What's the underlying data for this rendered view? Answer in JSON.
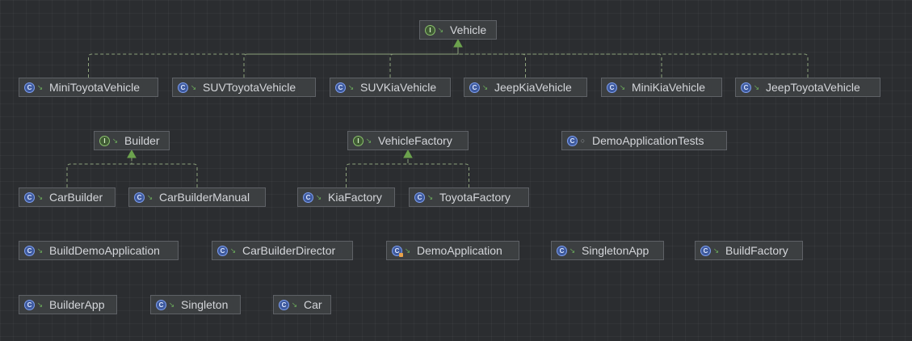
{
  "diagram": {
    "theme_colors": {
      "background": "#2b2d30",
      "node_fill": "#3c3f41",
      "node_border": "#5e6166",
      "edge": "#8ea27d",
      "arrow": "#6ca24d",
      "class_icon": "#3e5a9e",
      "interface_icon": "#3f5a34"
    },
    "nodes": [
      {
        "id": "vehicle",
        "label": "Vehicle",
        "kind": "interface",
        "visibility": "public"
      },
      {
        "id": "mini-toyota-vehicle",
        "label": "MiniToyotaVehicle",
        "kind": "class",
        "visibility": "public"
      },
      {
        "id": "suv-toyota-vehicle",
        "label": "SUVToyotaVehicle",
        "kind": "class",
        "visibility": "public"
      },
      {
        "id": "suv-kia-vehicle",
        "label": "SUVKiaVehicle",
        "kind": "class",
        "visibility": "public"
      },
      {
        "id": "jeep-kia-vehicle",
        "label": "JeepKiaVehicle",
        "kind": "class",
        "visibility": "public"
      },
      {
        "id": "mini-kia-vehicle",
        "label": "MiniKiaVehicle",
        "kind": "class",
        "visibility": "public"
      },
      {
        "id": "jeep-toyota-vehicle",
        "label": "JeepToyotaVehicle",
        "kind": "class",
        "visibility": "public"
      },
      {
        "id": "builder",
        "label": "Builder",
        "kind": "interface",
        "visibility": "public"
      },
      {
        "id": "vehicle-factory",
        "label": "VehicleFactory",
        "kind": "interface",
        "visibility": "public"
      },
      {
        "id": "demo-application-tests",
        "label": "DemoApplicationTests",
        "kind": "class",
        "visibility": "package"
      },
      {
        "id": "car-builder",
        "label": "CarBuilder",
        "kind": "class",
        "visibility": "public"
      },
      {
        "id": "car-builder-manual",
        "label": "CarBuilderManual",
        "kind": "class",
        "visibility": "public"
      },
      {
        "id": "kia-factory",
        "label": "KiaFactory",
        "kind": "class",
        "visibility": "public"
      },
      {
        "id": "toyota-factory",
        "label": "ToyotaFactory",
        "kind": "class",
        "visibility": "public"
      },
      {
        "id": "build-demo-application",
        "label": "BuildDemoApplication",
        "kind": "class",
        "visibility": "public"
      },
      {
        "id": "car-builder-director",
        "label": "CarBuilderDirector",
        "kind": "class",
        "visibility": "public"
      },
      {
        "id": "demo-application",
        "label": "DemoApplication",
        "kind": "class",
        "visibility": "public",
        "runner": true
      },
      {
        "id": "singleton-app",
        "label": "SingletonApp",
        "kind": "class",
        "visibility": "public"
      },
      {
        "id": "build-factory",
        "label": "BuildFactory",
        "kind": "class",
        "visibility": "public"
      },
      {
        "id": "builder-app",
        "label": "BuilderApp",
        "kind": "class",
        "visibility": "public"
      },
      {
        "id": "singleton",
        "label": "Singleton",
        "kind": "class",
        "visibility": "public"
      },
      {
        "id": "car",
        "label": "Car",
        "kind": "class",
        "visibility": "public"
      }
    ],
    "relations": [
      {
        "from": "mini-toyota-vehicle",
        "to": "vehicle",
        "type": "implements"
      },
      {
        "from": "suv-toyota-vehicle",
        "to": "vehicle",
        "type": "implements"
      },
      {
        "from": "suv-kia-vehicle",
        "to": "vehicle",
        "type": "implements"
      },
      {
        "from": "jeep-kia-vehicle",
        "to": "vehicle",
        "type": "implements"
      },
      {
        "from": "mini-kia-vehicle",
        "to": "vehicle",
        "type": "implements"
      },
      {
        "from": "jeep-toyota-vehicle",
        "to": "vehicle",
        "type": "implements"
      },
      {
        "from": "car-builder",
        "to": "builder",
        "type": "implements"
      },
      {
        "from": "car-builder-manual",
        "to": "builder",
        "type": "implements"
      },
      {
        "from": "kia-factory",
        "to": "vehicle-factory",
        "type": "implements"
      },
      {
        "from": "toyota-factory",
        "to": "vehicle-factory",
        "type": "implements"
      }
    ]
  }
}
